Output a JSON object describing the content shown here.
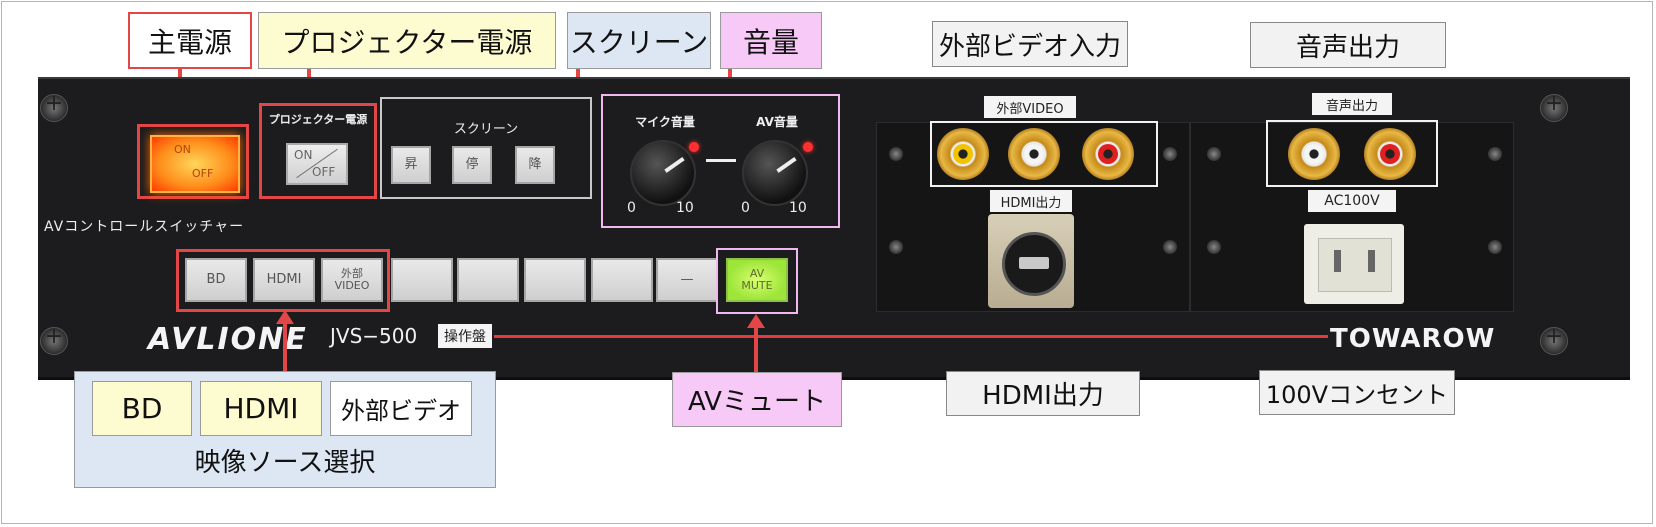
{
  "callouts": {
    "main_power": "主電源",
    "projector_power": "プロジェクター電源",
    "screen": "スクリーン",
    "volume": "音量",
    "ext_video_in": "外部ビデオ入力",
    "audio_out": "音声出力",
    "bd": "BD",
    "hdmi": "HDMI",
    "ext_video": "外部ビデオ",
    "source_select": "映像ソース選択",
    "av_mute": "AVミュート",
    "hdmi_out": "HDMI出力",
    "outlet": "100Vコンセント"
  },
  "panel": {
    "main_switch": {
      "on": "ON",
      "off": "OFF"
    },
    "projector_label": "プロジェクター電源",
    "projector_switch": {
      "on": "ON",
      "off": "OFF"
    },
    "screen_label": "スクリーン",
    "screen_buttons": [
      "昇",
      "停",
      "降"
    ],
    "mic_volume_label": "マイク音量",
    "av_volume_label": "AV音量",
    "mic_scale": {
      "min": "0",
      "max": "10"
    },
    "av_scale": {
      "min": "0",
      "max": "10"
    },
    "switcher_label": "AVコントロールスイッチャー",
    "source_buttons": [
      "BD",
      "HDMI",
      "外部\nVIDEO"
    ],
    "dash_button": "—",
    "mute_button": "AV\nMUTE",
    "brand": "AVLIONE",
    "model": "JVS−500",
    "model_suffix": "操作盤",
    "maker": "TOWAROW",
    "ext_video_label": "外部VIDEO",
    "hdmi_out_label": "HDMI出力",
    "audio_out_label": "音声出力",
    "ac_label": "AC100V"
  },
  "colors": {
    "accent_red": "#e24646",
    "panel_bg": "#1c1c1e",
    "mute_green": "#9ee53a",
    "power_amber": "#ff8c1a"
  }
}
